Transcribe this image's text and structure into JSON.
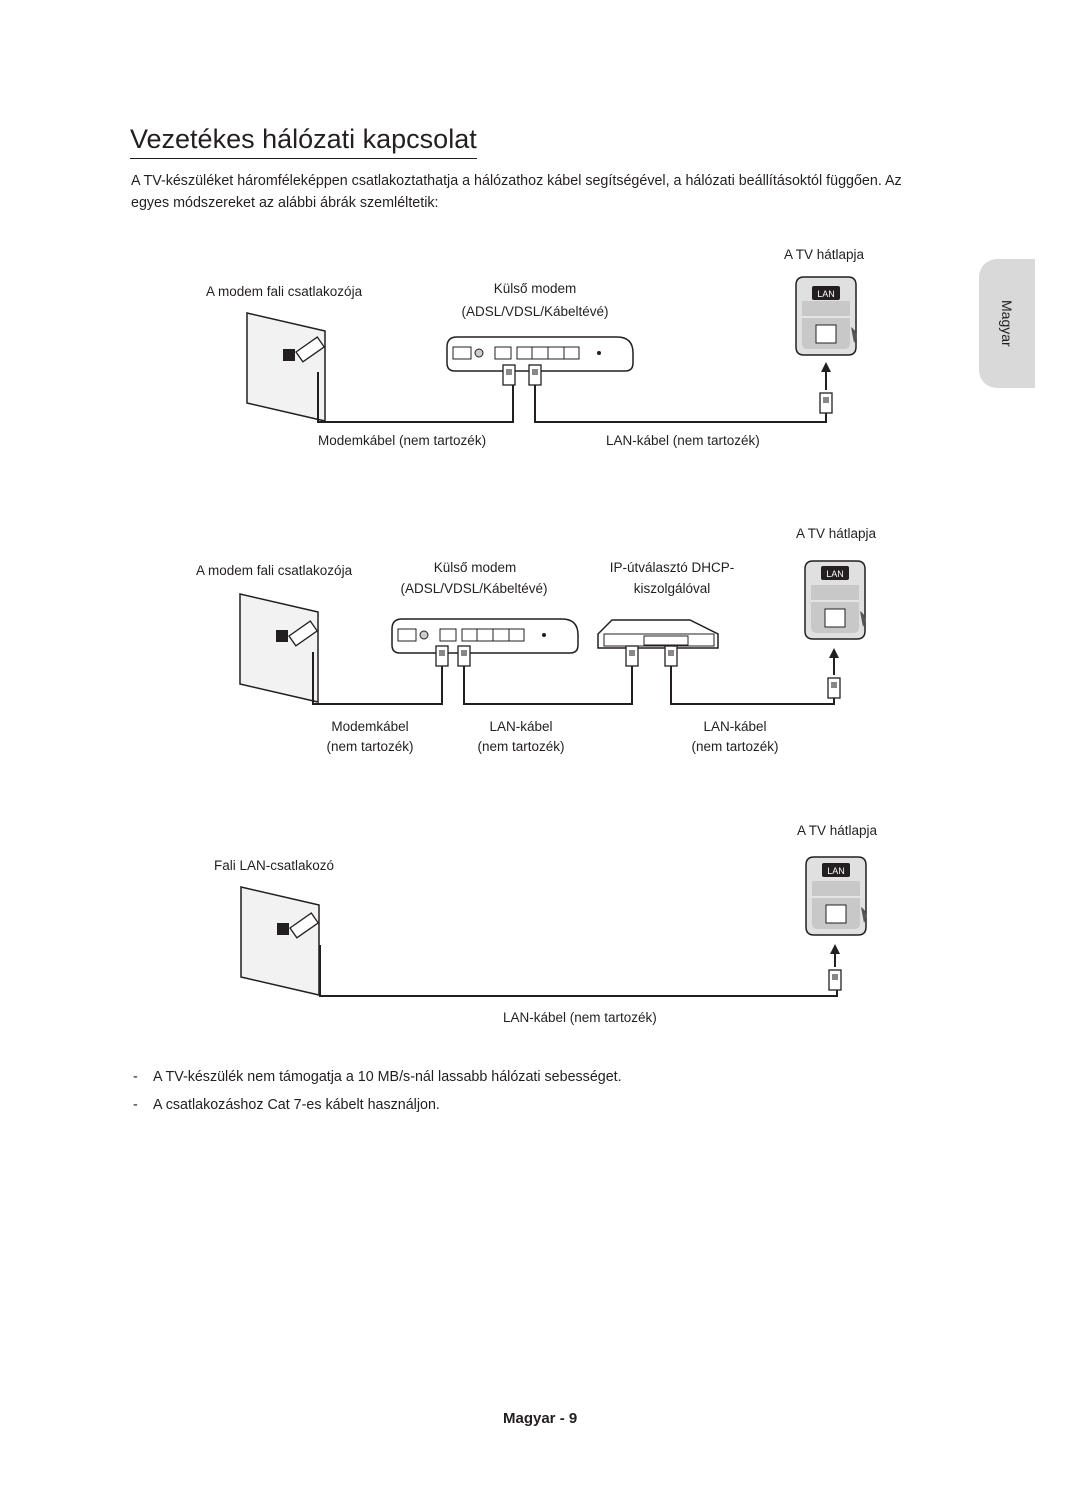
{
  "page": {
    "title": "Vezetékes hálózati kapcsolat",
    "intro": "A TV-készüléket háromféleképpen csatlakoztathatja a hálózathoz kábel segítségével, a hálózati beállításoktól függően. Az egyes módszereket az alábbi ábrák szemléltetik:",
    "side_tab": "Magyar",
    "footer": "Magyar - 9"
  },
  "diagram1": {
    "tv_back": "A TV hátlapja",
    "wall_socket": "A modem fali csatlakozója",
    "modem_line1": "Külső modem",
    "modem_line2": "(ADSL/VDSL/Kábeltévé)",
    "modem_cable": "Modemkábel (nem tartozék)",
    "lan_cable": "LAN-kábel (nem tartozék)",
    "lan_badge": "LAN"
  },
  "diagram2": {
    "tv_back": "A TV hátlapja",
    "wall_socket": "A modem fali csatlakozója",
    "modem_line1": "Külső modem",
    "modem_line2": "(ADSL/VDSL/Kábeltévé)",
    "router_line1": "IP-útválasztó DHCP-",
    "router_line2": "kiszolgálóval",
    "modem_cable_line1": "Modemkábel",
    "modem_cable_line2": "(nem tartozék)",
    "lan_cable_a_line1": "LAN-kábel",
    "lan_cable_a_line2": "(nem tartozék)",
    "lan_cable_b_line1": "LAN-kábel",
    "lan_cable_b_line2": "(nem tartozék)",
    "lan_badge": "LAN"
  },
  "diagram3": {
    "tv_back": "A TV hátlapja",
    "wall_socket": "Fali LAN-csatlakozó",
    "lan_cable": "LAN-kábel (nem tartozék)",
    "lan_badge": "LAN"
  },
  "notes": [
    "A TV-készülék nem támogatja a 10 MB/s-nál lassabb hálózati sebességet.",
    "A csatlakozáshoz Cat 7-es kábelt használjon."
  ],
  "note_marker": "-"
}
